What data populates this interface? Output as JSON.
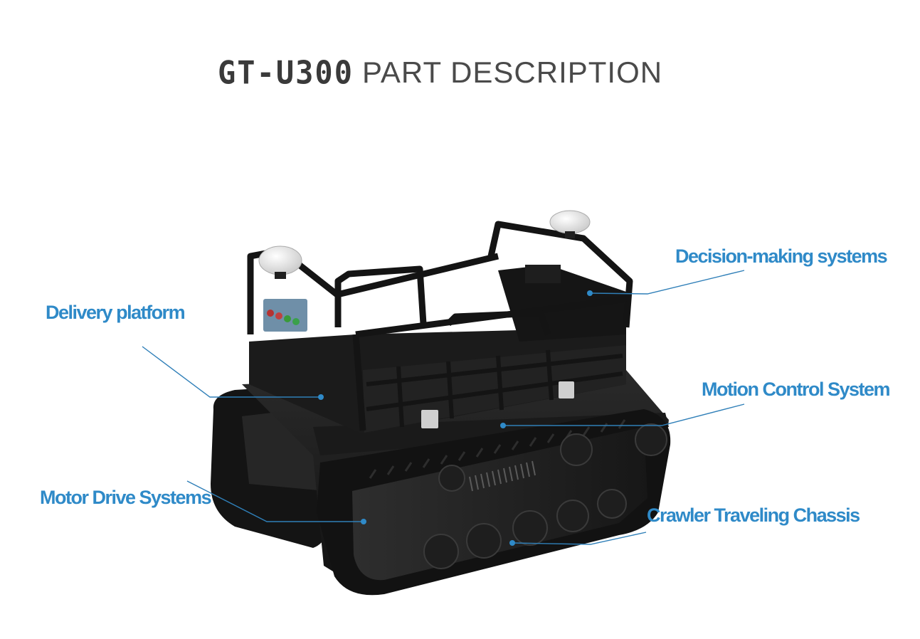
{
  "title": {
    "model": "GT-U300",
    "rest": "PART DESCRIPTION"
  },
  "labels": {
    "decision": "Decision-making systems",
    "delivery": "Delivery platform",
    "motion": "Motion Control System",
    "motor": "Motor Drive Systems",
    "crawler": "Crawler Traveling Chassis"
  },
  "colors": {
    "accent": "#2f8ac8",
    "title": "#3f3f3f",
    "robot": "#1c1c1c"
  }
}
